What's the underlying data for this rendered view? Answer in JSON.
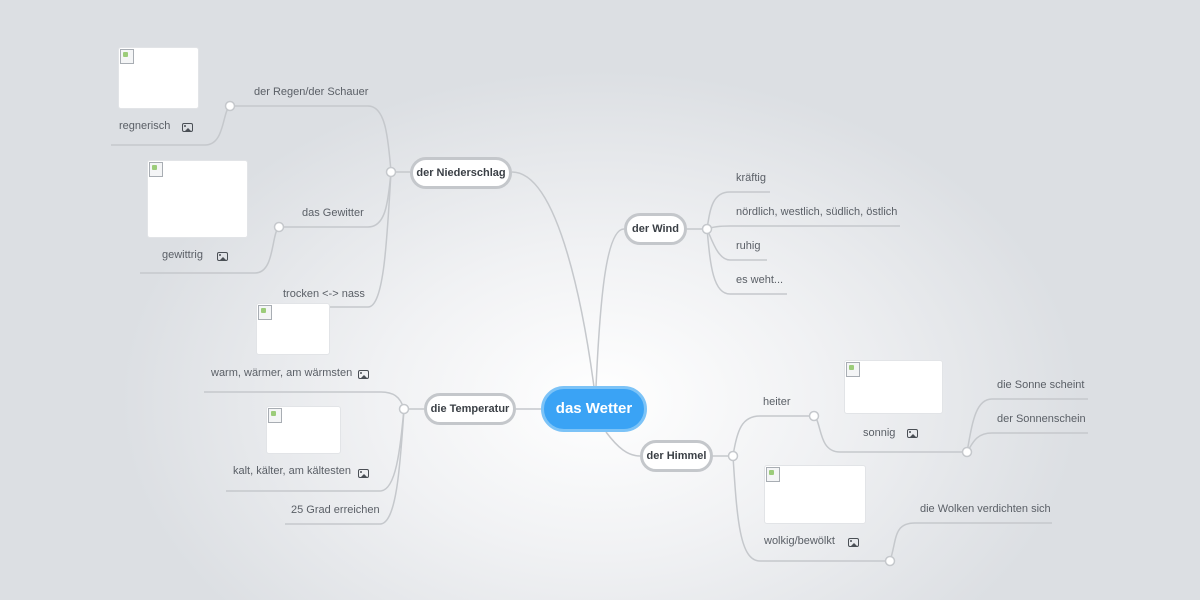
{
  "central": {
    "label": "das Wetter"
  },
  "branches": {
    "niederschlag": {
      "label": "der Niederschlag",
      "topics": [
        {
          "label": "der Regen/der Schauer",
          "children": [
            {
              "label": "regnerisch",
              "has_image": true
            }
          ]
        },
        {
          "label": "das Gewitter",
          "children": [
            {
              "label": "gewittrig",
              "has_image": true
            }
          ]
        },
        {
          "label": "trocken <-> nass",
          "has_image": true
        }
      ]
    },
    "wind": {
      "label": "der Wind",
      "topics": [
        {
          "label": "kräftig"
        },
        {
          "label": "nördlich, westlich, südlich, östlich"
        },
        {
          "label": "ruhig"
        },
        {
          "label": "es weht..."
        }
      ]
    },
    "temperatur": {
      "label": "die Temperatur",
      "topics": [
        {
          "label": "warm, wärmer, am wärmsten",
          "has_image": true
        },
        {
          "label": "kalt, kälter, am kältesten",
          "has_image": true
        },
        {
          "label": "25 Grad erreichen"
        }
      ]
    },
    "himmel": {
      "label": "der Himmel",
      "topics": [
        {
          "label": "heiter",
          "children": [
            {
              "label": "sonnig",
              "has_image": true,
              "children": [
                {
                  "label": "die Sonne scheint"
                },
                {
                  "label": "der Sonnenschein"
                }
              ]
            }
          ]
        },
        {
          "label": "wolkig/bewölkt",
          "has_image": true,
          "children": [
            {
              "label": "die Wolken verdichten sich"
            }
          ]
        }
      ]
    }
  },
  "colors": {
    "central_fill": "#3aa3f5",
    "central_border": "#7cc3f7",
    "connector": "#c5c8cc",
    "node_border": "#c4c7cb"
  },
  "icons": {
    "image_attachment": "image-icon",
    "missing_image": "broken-image-icon",
    "collapse_knob": "collapse-knob-icon"
  }
}
